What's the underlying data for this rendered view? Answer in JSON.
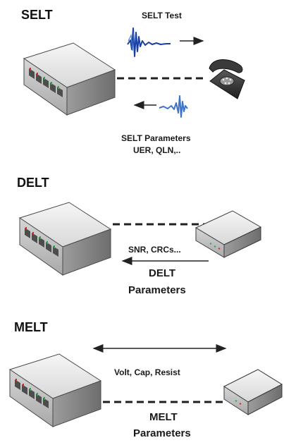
{
  "sections": {
    "selt": {
      "title": "SELT",
      "test_label": "SELT Test",
      "params_line1": "SELT Parameters",
      "params_line2": "UER, QLN,.."
    },
    "delt": {
      "title": "DELT",
      "metrics_label": "SNR, CRCs...",
      "params_line1": "DELT",
      "params_line2": "Parameters"
    },
    "melt": {
      "title": "MELT",
      "metrics_label": "Volt, Cap, Resist",
      "params_line1": "MELT",
      "params_line2": "Parameters"
    }
  },
  "colors": {
    "signal_blue": "#1b3fa0",
    "signal_light_blue": "#3f73c9",
    "device_body": "#c4c4c4",
    "device_top": "#ececec",
    "device_side": "#8e8e8e",
    "port_red": "#cc2b2b",
    "port_green": "#2ca84a"
  },
  "icons": {
    "phone": "telephone-icon",
    "dslam": "dslam-rack-icon",
    "modem": "modem-icon"
  }
}
